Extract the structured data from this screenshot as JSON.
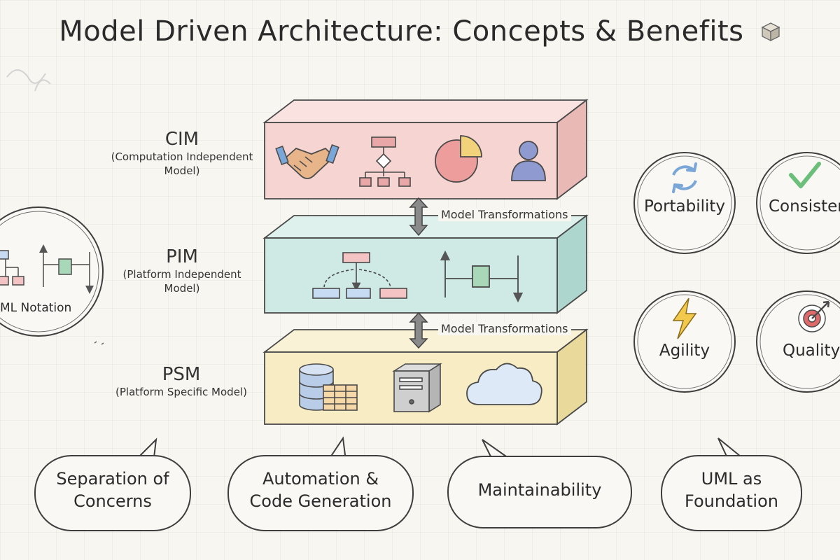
{
  "title": "Model Driven Architecture: Concepts & Benefits",
  "layers": [
    {
      "abbr": "CIM",
      "full": "(Computation Independent Model)",
      "color": "#f6d4d2",
      "side": "#e9b9b6",
      "top": "#f9e2e0"
    },
    {
      "abbr": "PIM",
      "full": "(Platform Independent Model)",
      "color": "#cfe9e4",
      "side": "#acd6ce",
      "top": "#dff1ed"
    },
    {
      "abbr": "PSM",
      "full": "(Platform Specific Model)",
      "color": "#f7ecc3",
      "side": "#e9d99b",
      "top": "#faf2d6"
    }
  ],
  "transformations": [
    {
      "label": "Model Transformations"
    },
    {
      "label": "Model Transformations"
    }
  ],
  "icons": {
    "cim": [
      "handshake-icon",
      "flowchart-icon",
      "pie-chart-icon",
      "user-icon"
    ],
    "pim": [
      "class-diagram-icon",
      "sequence-diagram-icon"
    ],
    "psm": [
      "database-icon",
      "server-icon",
      "cloud-icon"
    ]
  },
  "uml_circle": {
    "label": "ML Notation"
  },
  "quality_circles": [
    {
      "label": "Portability",
      "icon": "sync-icon",
      "color": "#7aa6d8"
    },
    {
      "label": "Consister",
      "icon": "checkmark-icon",
      "color": "#6bbf7a"
    },
    {
      "label": "Agility",
      "icon": "lightning-icon",
      "color": "#f2c94c"
    },
    {
      "label": "Quality",
      "icon": "target-icon",
      "color": "#e06a6a"
    }
  ],
  "benefits": [
    {
      "line1": "Separation of",
      "line2": "Concerns"
    },
    {
      "line1": "Automation &",
      "line2": "Code Generation"
    },
    {
      "line1": "Maintainability",
      "line2": ""
    },
    {
      "line1": "UML as",
      "line2": "Foundation"
    }
  ]
}
